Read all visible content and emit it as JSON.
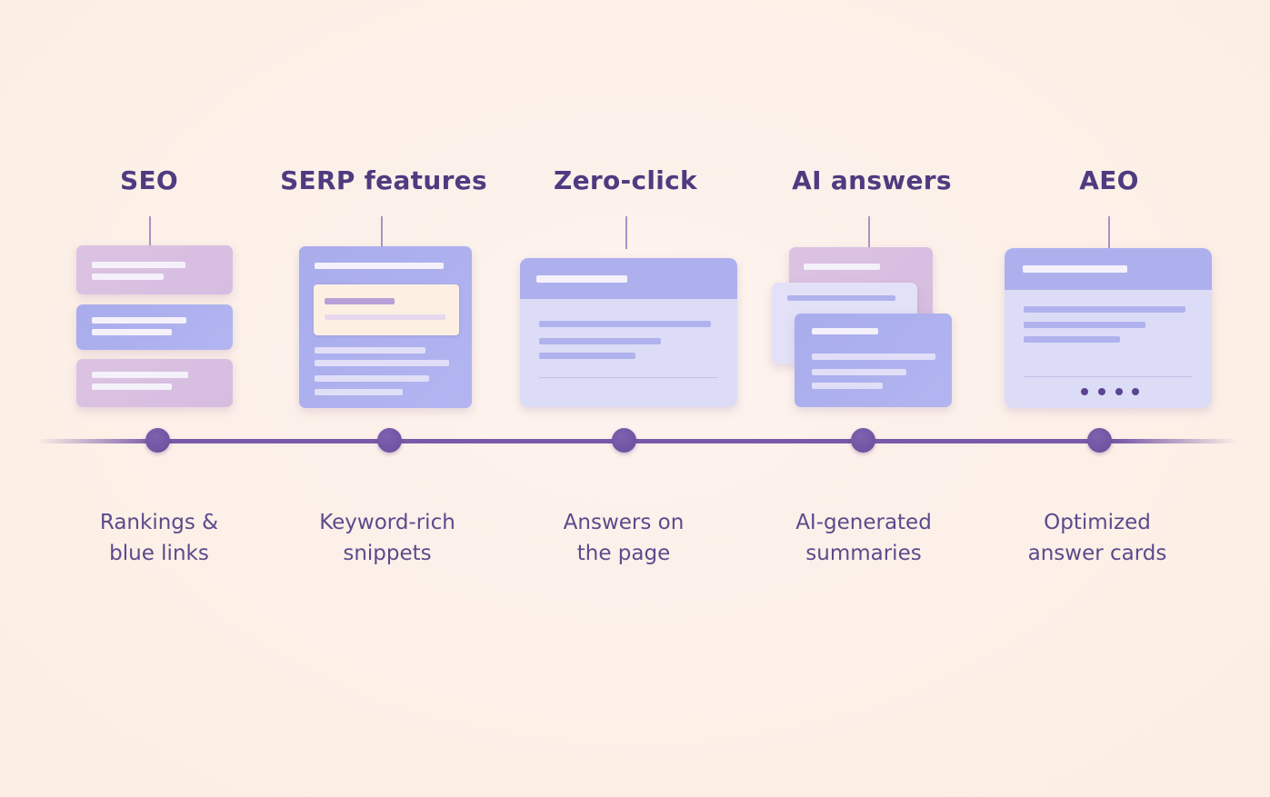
{
  "stages": [
    {
      "title": "SEO",
      "caption_line1": "Rankings &",
      "caption_line2": "blue links"
    },
    {
      "title": "SERP features",
      "caption_line1": "Keyword-rich",
      "caption_line2": "snippets"
    },
    {
      "title": "Zero-click",
      "caption_line1": "Answers on",
      "caption_line2": "the page"
    },
    {
      "title": "AI answers",
      "caption_line1": "AI-generated",
      "caption_line2": "summaries"
    },
    {
      "title": "AEO",
      "caption_line1": "Optimized",
      "caption_line2": "answer cards"
    }
  ],
  "colors": {
    "background": "#fcefe6",
    "title": "#4f3b80",
    "timeline": "#7a5aa8",
    "card_pink": "#d9bfe1",
    "card_blue": "#abaeed",
    "card_light": "#dcdcf6"
  }
}
